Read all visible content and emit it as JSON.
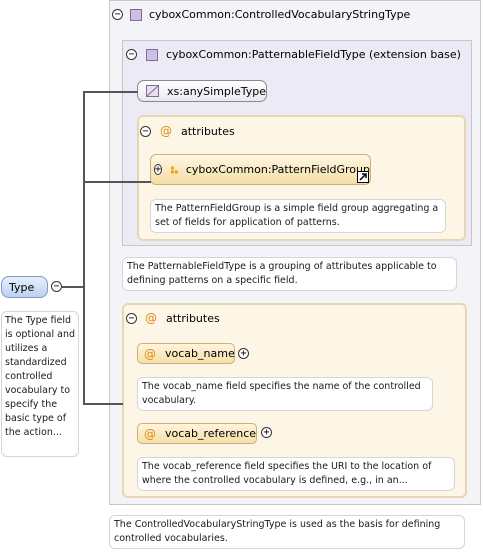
{
  "outer": {
    "title": "cyboxCommon:ControlledVocabularyStringType",
    "description": "The ControlledVocabularyStringType is used as the basis for defining controlled vocabularies."
  },
  "extension": {
    "title": "cyboxCommon:PatternableFieldType (extension base)",
    "base_type": "xs:anySimpleType",
    "attributes_label": "attributes",
    "group_name": "cyboxCommon:PatternFieldGroup",
    "group_description": "The PatternFieldGroup is a simple field group aggregating a set of fields for application of patterns.",
    "description": "The PatternableFieldType is a grouping of attributes applicable to defining patterns on a specific field."
  },
  "attributes": {
    "label": "attributes",
    "items": [
      {
        "name": "vocab_name",
        "description": "The vocab_name field specifies the name of the controlled vocabulary."
      },
      {
        "name": "vocab_reference",
        "description": "The vocab_reference field specifies the URI to the location of where the controlled vocabulary is defined, e.g., in an..."
      }
    ]
  },
  "element": {
    "name": "Type",
    "description": "The Type field is optional and utilizes a standardized controlled vocabulary to specify the basic type of the action..."
  },
  "icons": {
    "collapse": "collapse-icon",
    "expand": "expand-icon",
    "type": "complex-type-icon",
    "attribute": "attribute-icon",
    "group": "attribute-group-icon",
    "link": "link-arrow-icon"
  },
  "colors": {
    "type_box": "#f2f0f8",
    "attr_box": "#fdf6e6",
    "element_pill": "#cfe0f7",
    "accent": "#d98c10"
  }
}
